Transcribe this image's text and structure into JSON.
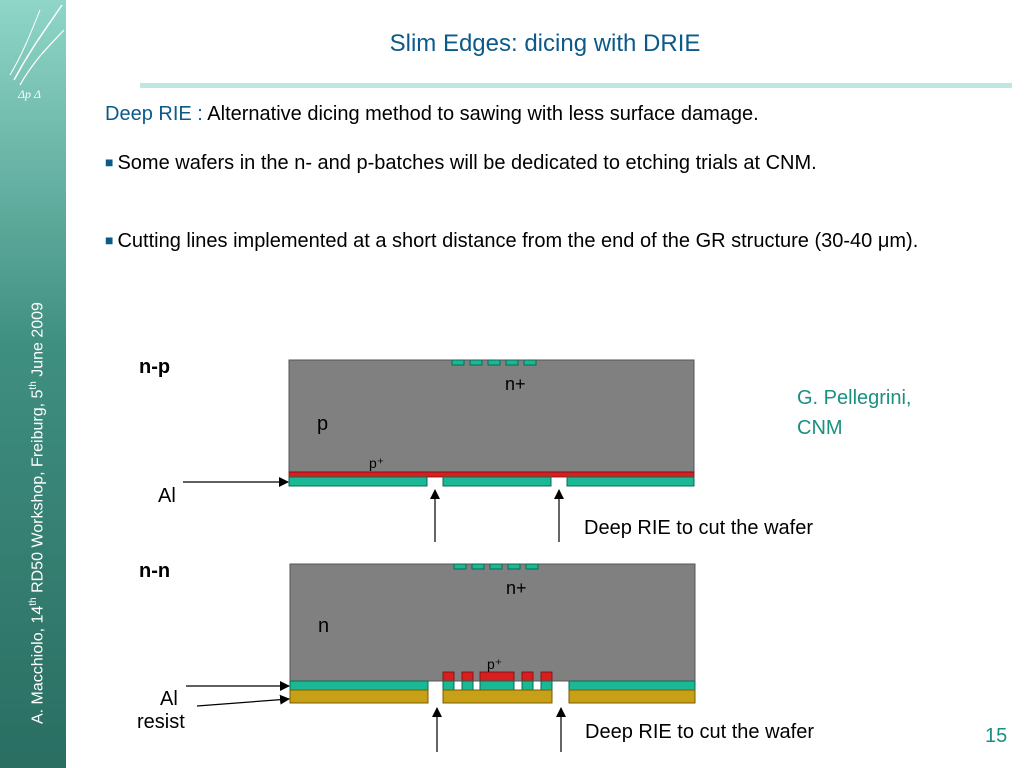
{
  "sidebar": {
    "author": "A. Macchiolo, 14",
    "sup1": "th",
    "mid": " RD50 Workshop, Freiburg, 5",
    "sup2": "th",
    "tail": " June 2009"
  },
  "slide": {
    "title": "Slim Edges: dicing with DRIE",
    "lead_label": "Deep RIE :",
    "lead_text": " Alternative dicing method to sawing with less surface damage.",
    "bullet_char": "■",
    "bullets": [
      "Some wafers in the n- and p-batches will be dedicated to etching trials at CNM.",
      "Cutting lines implemented at a short distance from the end of the GR structure (30-40 μm)."
    ],
    "credit_line1": "G. Pellegrini,",
    "credit_line2": "CNM",
    "page_number": "15"
  },
  "diagram_np": {
    "title": "n-p",
    "bulk_label": "p",
    "top_implant_label": "n+",
    "back_implant_label": "p⁺",
    "metal_label": "Al",
    "rie_label": "Deep RIE to cut the wafer"
  },
  "diagram_nn": {
    "title": "n-n",
    "bulk_label": "n",
    "top_implant_label": "n+",
    "back_implant_label": "p⁺",
    "metal_label": "Al",
    "resist_label": "resist",
    "rie_label": "Deep RIE to cut the wafer"
  },
  "colors": {
    "bulk": "#808080",
    "aluminium": "#1ab894",
    "p_plus": "#d81e1e",
    "resist": "#c8a018",
    "accent": "#0b5a8a",
    "credit": "#1a9080"
  }
}
